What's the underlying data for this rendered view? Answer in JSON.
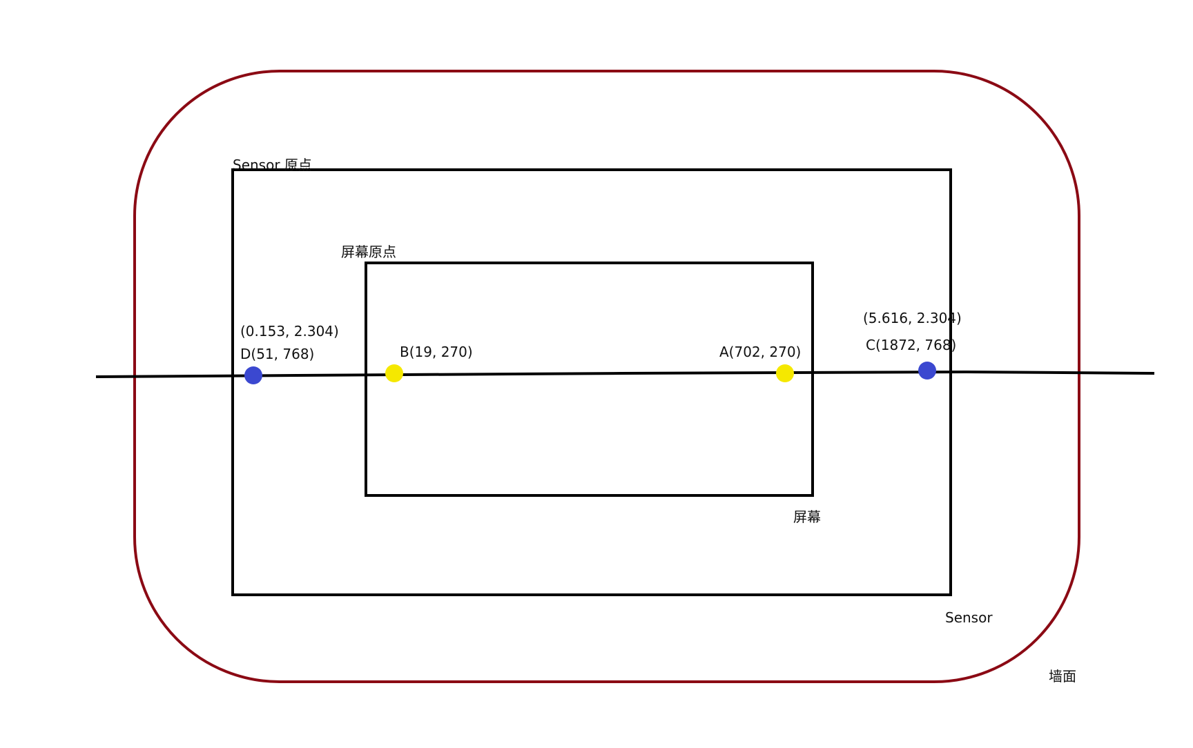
{
  "labels": {
    "sensor_origin": "Sensor 原点",
    "screen_origin": "屏幕原点",
    "screen": "屏幕",
    "sensor": "Sensor",
    "wall": "墙面"
  },
  "points": {
    "D": {
      "coord_label": "D(51, 768)",
      "physical_label": "(0.153, 2.304)",
      "color": "#3b48d0"
    },
    "B": {
      "coord_label": "B(19, 270)",
      "color": "#f5e800"
    },
    "A": {
      "coord_label": "A(702, 270)",
      "color": "#f5e800"
    },
    "C": {
      "coord_label": "C(1872, 768)",
      "physical_label": "(5.616, 2.304)",
      "color": "#3b48d0"
    }
  },
  "colors": {
    "wall_outline": "#8b0a14",
    "rect_outline": "#000000"
  }
}
